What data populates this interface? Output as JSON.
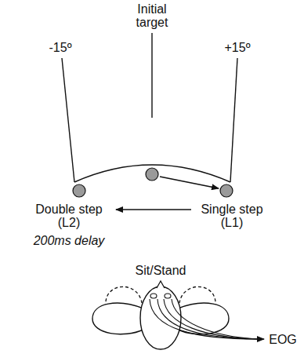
{
  "diagram": {
    "labels": [
      "Initial target",
      "-15º",
      "+15º",
      "Single step (L1)",
      "Double step (L2)",
      "200ms delay",
      "Sit/Stand",
      "EOG"
    ]
  }
}
